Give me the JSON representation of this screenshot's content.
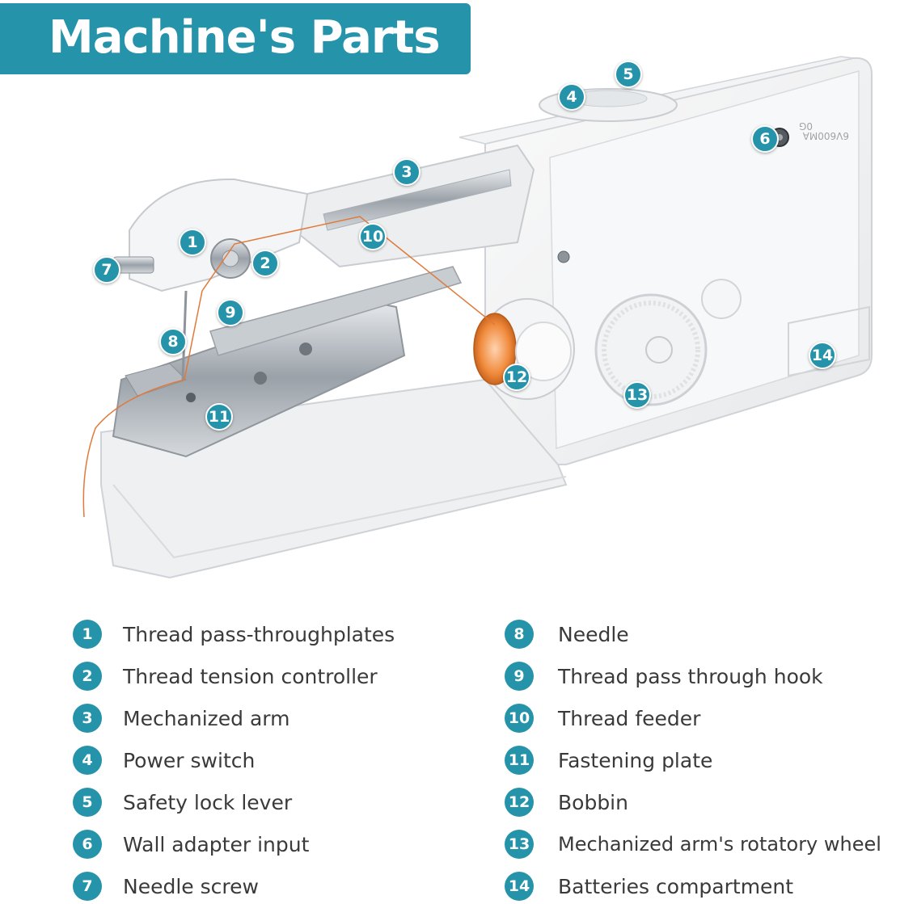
{
  "title": "Machine's Parts",
  "colors": {
    "accent": "#2593aa",
    "thread": "#e07a3a"
  },
  "device_marks": {
    "label_top": "0G",
    "label_bottom": "6V600MA"
  },
  "parts": [
    {
      "num": "1",
      "label": "Thread pass-throughplates"
    },
    {
      "num": "2",
      "label": "Thread tension controller"
    },
    {
      "num": "3",
      "label": "Mechanized arm"
    },
    {
      "num": "4",
      "label": "Power switch"
    },
    {
      "num": "5",
      "label": "Safety lock lever"
    },
    {
      "num": "6",
      "label": "Wall adapter input"
    },
    {
      "num": "7",
      "label": "Needle screw"
    },
    {
      "num": "8",
      "label": "Needle"
    },
    {
      "num": "9",
      "label": "Thread pass through hook"
    },
    {
      "num": "10",
      "label": "Thread feeder"
    },
    {
      "num": "11",
      "label": "Fastening plate"
    },
    {
      "num": "12",
      "label": "Bobbin"
    },
    {
      "num": "13",
      "label": "Mechanized arm's rotatory wheel"
    },
    {
      "num": "14",
      "label": "Batteries compartment"
    }
  ]
}
